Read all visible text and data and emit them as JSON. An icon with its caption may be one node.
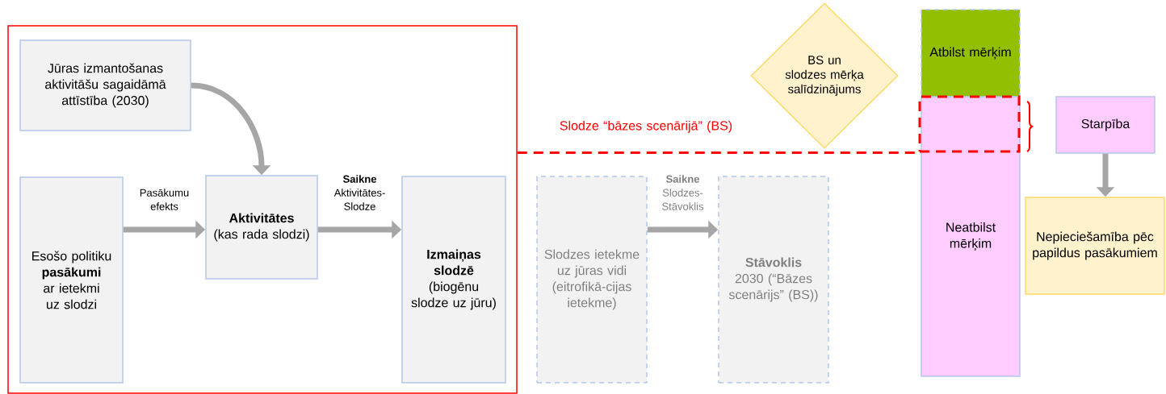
{
  "diagram": {
    "nodes": [
      {
        "text": [],
        "shape": "box"
      },
      {
        "text": [
          "Jūras izmantošanas aktivitāšu sagaidāmā attīstība (2030)"
        ],
        "in": 0
      },
      {
        "text": [
          "Esošo politiku **pasākumi** ar ietekmi uz slodzi"
        ],
        "in": 0
      },
      {
        "text": [
          "Aktivitātes",
          "(kas rada slodzi)"
        ],
        "in": 0
      },
      {
        "text": [
          "Izmaiņas slodzē",
          "(biogēnu slodze uz jūru)"
        ],
        "in": 0
      },
      {
        "text": [
          "Slodzes ietekme uz jūras vidi (eitrofikā-cijas ietekme)"
        ]
      },
      {
        "text": [
          "Stāvoklis",
          "2030 (“Bāzes scenārijs” (BS))"
        ]
      },
      {
        "text": [
          "BS un slodzes mērķa salīdzinājums"
        ]
      },
      {
        "text": [
          "Atbilst mērķim"
        ]
      },
      {
        "text": [
          "Neatbilst mērķim"
        ]
      },
      {
        "text": [],
        "shape": "box",
        "in": 9
      },
      {
        "text": [
          "Starpība"
        ]
      },
      {
        "text": [
          "Nepieciešamība pēc papildus pasākumiem"
        ]
      }
    ],
    "edges": [
      {
        "from": 1,
        "to": 3,
        "arrow": "to"
      },
      {
        "from": 2,
        "to": 3,
        "arrow": "to",
        "label": "Pasākumu efekts"
      },
      {
        "from": 3,
        "to": 4,
        "arrow": "to",
        "label": "**Saikne** Aktivitātes-Slodze"
      },
      {
        "from": 5,
        "to": 6,
        "arrow": "to",
        "label": "**Saikne** Slodzes-Stāvoklis"
      },
      {
        "from": 0,
        "to": 10,
        "arrow": "none",
        "style": "dashed",
        "color": "#ff0000",
        "label": "Slodze “bāzes scenārijā” (BS)"
      },
      {
        "from": 11,
        "to": 12,
        "arrow": "to"
      }
    ]
  }
}
